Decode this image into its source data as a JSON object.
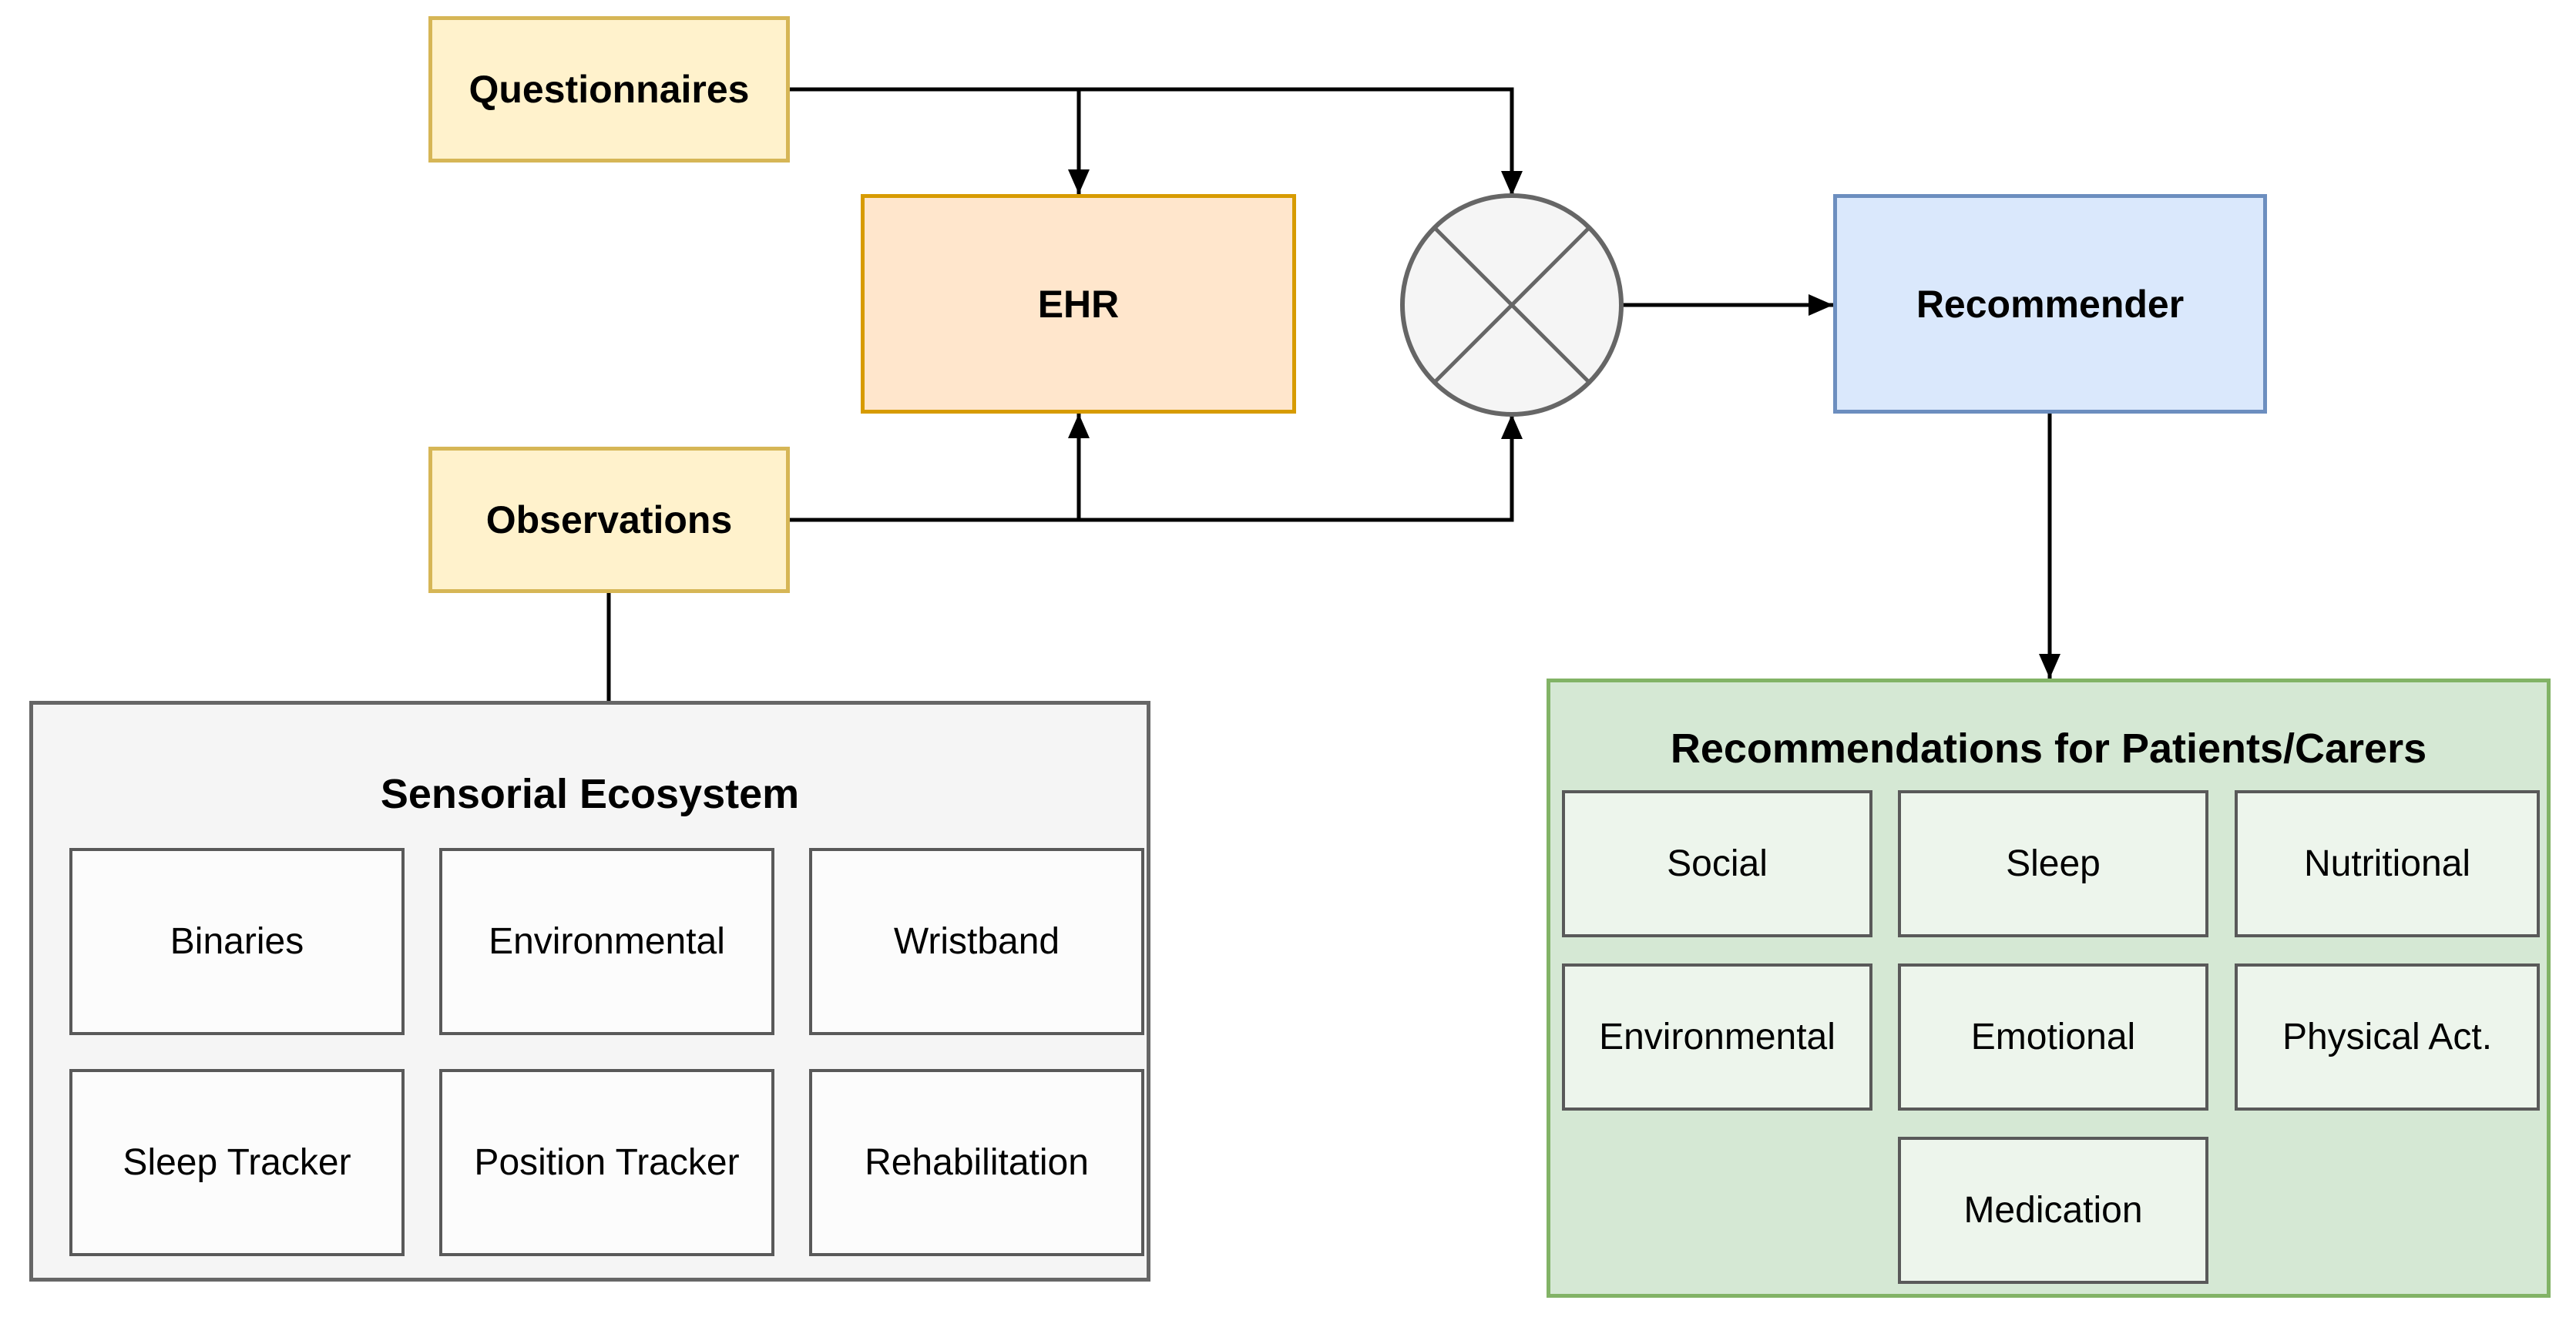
{
  "nodes": {
    "questionnaires": {
      "label": "Questionnaires",
      "fill": "#FFF2CC",
      "stroke": "#D6B656"
    },
    "observations": {
      "label": "Observations",
      "fill": "#FFF2CC",
      "stroke": "#D6B656"
    },
    "ehr": {
      "label": "EHR",
      "fill": "#FFE6CC",
      "stroke": "#D79B00"
    },
    "recommender": {
      "label": "Recommender",
      "fill": "#DAE8FC",
      "stroke": "#6C8EBF"
    },
    "combiner": {
      "symbol": "circle-cross-join",
      "fill": "#F5F5F5",
      "stroke": "#666666"
    }
  },
  "sensorial": {
    "title": "Sensorial Ecosystem",
    "fill": "#F5F5F5",
    "stroke": "#666666",
    "item_fill": "#FCFCFC",
    "items": [
      "Binaries",
      "Environmental",
      "Wristband",
      "Sleep Tracker",
      "Position Tracker",
      "Rehabilitation"
    ]
  },
  "recommendations": {
    "title": "Recommendations for Patients/Carers",
    "fill": "#D5E8D4",
    "stroke": "#82B366",
    "item_fill": "#EDF5EC",
    "items": [
      "Social",
      "Sleep",
      "Nutritional",
      "Environmental",
      "Emotional",
      "Physical Act.",
      "Medication"
    ]
  },
  "edges": [
    {
      "from": "Questionnaires",
      "to": "EHR",
      "arrow": true
    },
    {
      "from": "Questionnaires",
      "to": "Combiner",
      "arrow": true
    },
    {
      "from": "Observations",
      "to": "EHR",
      "arrow": true
    },
    {
      "from": "Observations",
      "to": "Combiner",
      "arrow": true
    },
    {
      "from": "Combiner",
      "to": "Recommender",
      "arrow": true
    },
    {
      "from": "Recommender",
      "to": "Recommendations for Patients/Carers",
      "arrow": true
    },
    {
      "from": "Observations",
      "to": "Sensorial Ecosystem",
      "arrow": false
    }
  ],
  "connector_color": "#000000"
}
